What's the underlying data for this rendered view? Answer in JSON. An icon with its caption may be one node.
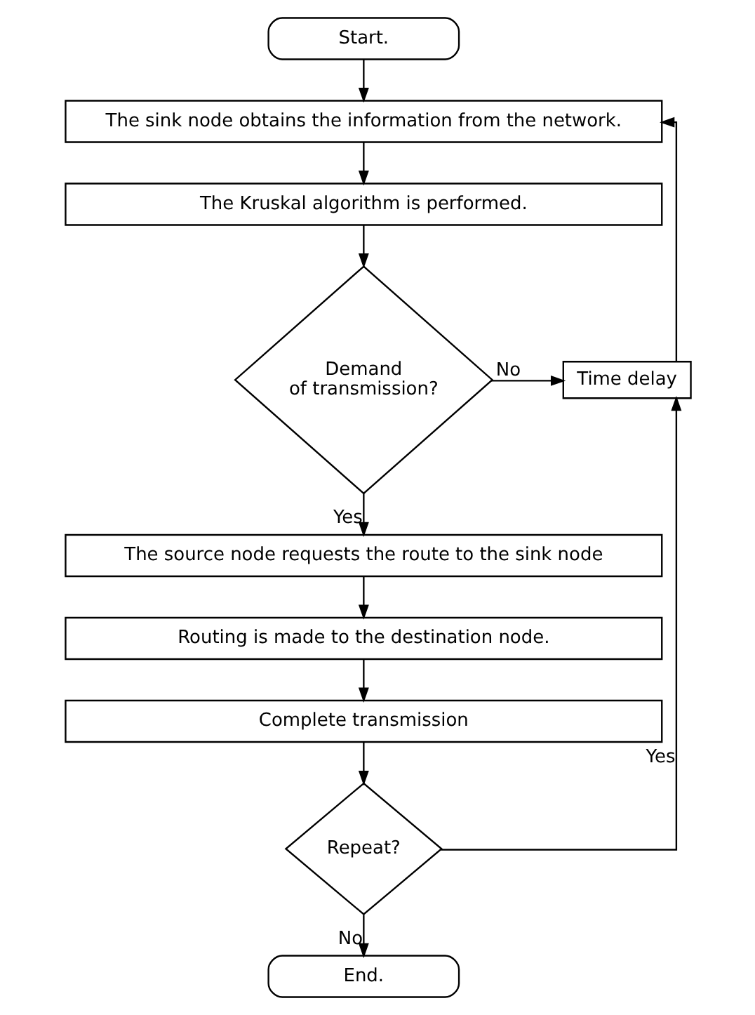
{
  "diagram": {
    "nodes": [
      {
        "text": [
          "Start."
        ]
      },
      {
        "text": [
          "The sink node obtains the information from the network."
        ]
      },
      {
        "text": [
          "The Kruskal algorithm is performed."
        ]
      },
      {
        "text": [
          "Demand of transmission?"
        ]
      },
      {
        "text": [
          "Time delay"
        ]
      },
      {
        "text": [
          "The source node requests the route to the sink node"
        ]
      },
      {
        "text": [
          "Routing is made to the destination node."
        ]
      },
      {
        "text": [
          "Complete transmission"
        ]
      },
      {
        "text": [
          "Repeat?"
        ]
      },
      {
        "text": [
          "End."
        ]
      }
    ],
    "edges": [
      {
        "from": 0,
        "to": 1,
        "arrow": "to"
      },
      {
        "from": 1,
        "to": 2,
        "arrow": "to"
      },
      {
        "from": 2,
        "to": 3,
        "arrow": "to"
      },
      {
        "from": 3,
        "to": 4,
        "arrow": "to",
        "label": "No"
      },
      {
        "from": 4,
        "to": 1,
        "arrow": "to"
      },
      {
        "from": 3,
        "to": 5,
        "arrow": "to",
        "label": "Yes"
      },
      {
        "from": 5,
        "to": 6,
        "arrow": "to"
      },
      {
        "from": 6,
        "to": 7,
        "arrow": "to"
      },
      {
        "from": 7,
        "to": 8,
        "arrow": "to"
      },
      {
        "from": 8,
        "to": 4,
        "arrow": "to",
        "label": "Yes"
      },
      {
        "from": 8,
        "to": 9,
        "arrow": "to",
        "label": "No"
      }
    ]
  }
}
